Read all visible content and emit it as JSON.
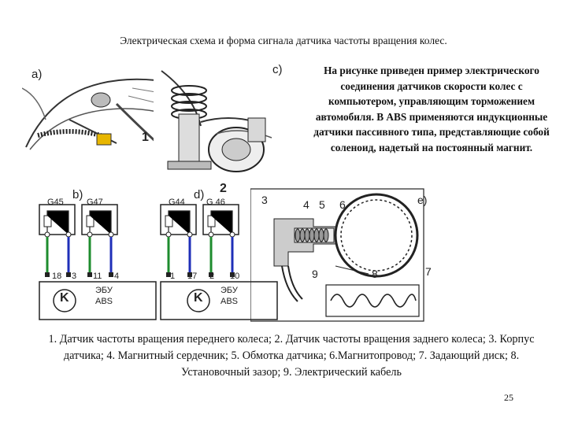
{
  "title": "Электрическая схема и форма сигнала датчика частоты вращения колес.",
  "description": "На рисунке приведен пример электрического соединения датчиков скорости колес с компьютером, управляющим торможением автомобиля. В ABS применяются индукционные датчики пассивного типа, представляющие собой соленоид, надетый на постоянный магнит.",
  "figure": {
    "panel_labels": {
      "a": "a)",
      "b": "b)",
      "c": "c)",
      "d": "d)",
      "e": "e)"
    },
    "callouts": {
      "n1": "1",
      "n2": "2",
      "n3": "3",
      "n4": "4",
      "n5": "5",
      "n6": "6",
      "n7": "7",
      "n8": "8",
      "n9": "9"
    },
    "panel_b": {
      "sensor_left": "G45",
      "sensor_right": "G47",
      "pins": [
        "18",
        "3",
        "11",
        "4"
      ],
      "ecu_line1": "ЭБУ",
      "ecu_line2": "ABS",
      "ecu_symbol": "K"
    },
    "panel_d": {
      "sensor_left": "G44",
      "sensor_right": "G 46",
      "pins": [
        "1",
        "17",
        "2",
        "10"
      ],
      "ecu_line1": "ЭБУ",
      "ecu_line2": "ABS",
      "ecu_symbol": "K"
    },
    "wire_colors": {
      "green": "#1e8c2e",
      "blue": "#1f2fb8"
    }
  },
  "caption": "1. Датчик частоты вращения переднего колеса; 2. Датчик частоты вращения заднего колеса; 3. Корпус датчика; 4. Магнитный сердечник; 5. Обмотка датчика; 6.Магнитопровод; 7. Задающий диск; 8. Установочный зазор; 9. Электрический кабель",
  "page_number": "25"
}
